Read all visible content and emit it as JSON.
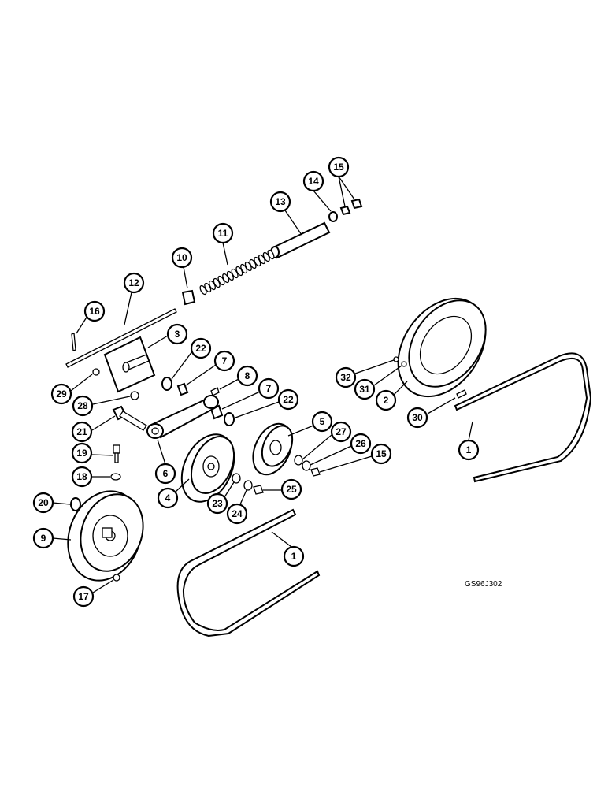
{
  "drawing_ref": "GS96J302",
  "callouts": [
    {
      "id": "c15a",
      "label": "15"
    },
    {
      "id": "c14",
      "label": "14"
    },
    {
      "id": "c13",
      "label": "13"
    },
    {
      "id": "c11",
      "label": "11"
    },
    {
      "id": "c10",
      "label": "10"
    },
    {
      "id": "c12",
      "label": "12"
    },
    {
      "id": "c16",
      "label": "16"
    },
    {
      "id": "c3",
      "label": "3"
    },
    {
      "id": "c22a",
      "label": "22"
    },
    {
      "id": "c7a",
      "label": "7"
    },
    {
      "id": "c8",
      "label": "8"
    },
    {
      "id": "c7b",
      "label": "7"
    },
    {
      "id": "c22b",
      "label": "22"
    },
    {
      "id": "c29",
      "label": "29"
    },
    {
      "id": "c28",
      "label": "28"
    },
    {
      "id": "c21",
      "label": "21"
    },
    {
      "id": "c19",
      "label": "19"
    },
    {
      "id": "c18",
      "label": "18"
    },
    {
      "id": "c6",
      "label": "6"
    },
    {
      "id": "c5",
      "label": "5"
    },
    {
      "id": "c27",
      "label": "27"
    },
    {
      "id": "c26",
      "label": "26"
    },
    {
      "id": "c15b",
      "label": "15"
    },
    {
      "id": "c32",
      "label": "32"
    },
    {
      "id": "c31",
      "label": "31"
    },
    {
      "id": "c2",
      "label": "2"
    },
    {
      "id": "c30",
      "label": "30"
    },
    {
      "id": "c1a",
      "label": "1"
    },
    {
      "id": "c20",
      "label": "20"
    },
    {
      "id": "c9",
      "label": "9"
    },
    {
      "id": "c4",
      "label": "4"
    },
    {
      "id": "c23",
      "label": "23"
    },
    {
      "id": "c24",
      "label": "24"
    },
    {
      "id": "c25",
      "label": "25"
    },
    {
      "id": "c1b",
      "label": "1"
    },
    {
      "id": "c17",
      "label": "17"
    }
  ]
}
